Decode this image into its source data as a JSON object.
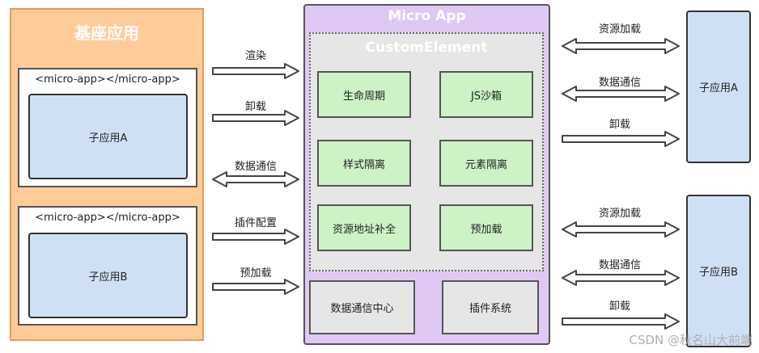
{
  "base": {
    "title": "基座应用",
    "containers": [
      {
        "tag": "<micro-app></micro-app>",
        "child": "子应用A"
      },
      {
        "tag": "<micro-app></micro-app>",
        "child": "子应用B"
      }
    ]
  },
  "left_arrows": [
    "渲染",
    "卸载",
    "数据通信",
    "插件配置",
    "预加载"
  ],
  "micro": {
    "title": "Micro App",
    "custom_element": {
      "title": "CustomElement",
      "features": [
        "生命周期",
        "JS沙箱",
        "样式隔离",
        "元素隔离",
        "资源地址补全",
        "预加载"
      ]
    },
    "bottom": [
      "数据通信中心",
      "插件系统"
    ]
  },
  "right": {
    "apps": [
      {
        "name": "子应用A",
        "arrows": [
          "资源加载",
          "数据通信",
          "卸载"
        ]
      },
      {
        "name": "子应用B",
        "arrows": [
          "资源加载",
          "数据通信",
          "卸载"
        ]
      }
    ]
  },
  "watermark": "CSDN @秋名山大前端",
  "colors": {
    "base_fill": "#ffcc99",
    "micro_fill": "#e0c8f5",
    "feature_fill": "#ccf2c6",
    "child_fill": "#cfe0f5"
  }
}
